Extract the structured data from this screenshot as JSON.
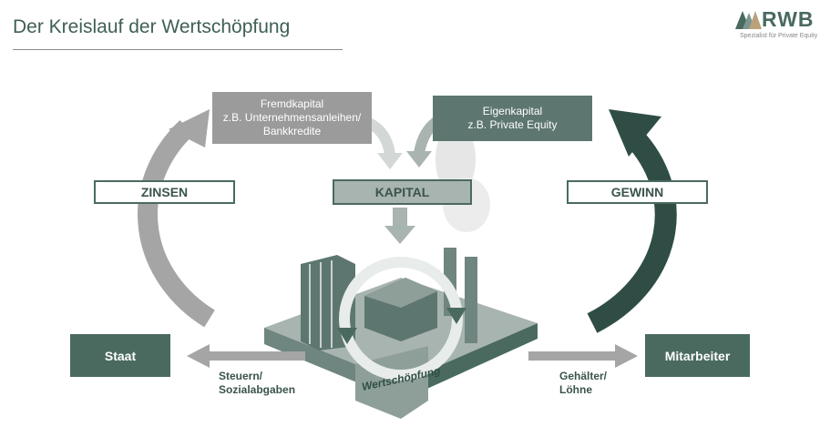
{
  "header": {
    "title": "Der Kreislauf der Wertschöpfung"
  },
  "logo": {
    "text": "RWB",
    "subtitle": "Spezialist für Private Equity"
  },
  "diagram": {
    "fremdkapital": [
      "Fremdkapital",
      "z.B. Unternehmensanleihen/",
      "Bankkredite"
    ],
    "eigenkapital": [
      "Eigenkapital",
      "z.B. Private Equity"
    ],
    "kapital": "KAPITAL",
    "zinsen": "ZINSEN",
    "gewinn": "GEWINN",
    "staat": "Staat",
    "mitarbeiter": "Mitarbeiter",
    "steuern": [
      "Steuern/",
      "Sozialabgaben"
    ],
    "gehaelter": [
      "Gehälter/",
      "Löhne"
    ],
    "wertschoepfung": "Wertschöpfung"
  },
  "colors": {
    "dark_green": "#4a6a60",
    "gray": "#9b9b9b",
    "light_green": "#a8b4af",
    "logo_tan": "#b9a27a"
  }
}
